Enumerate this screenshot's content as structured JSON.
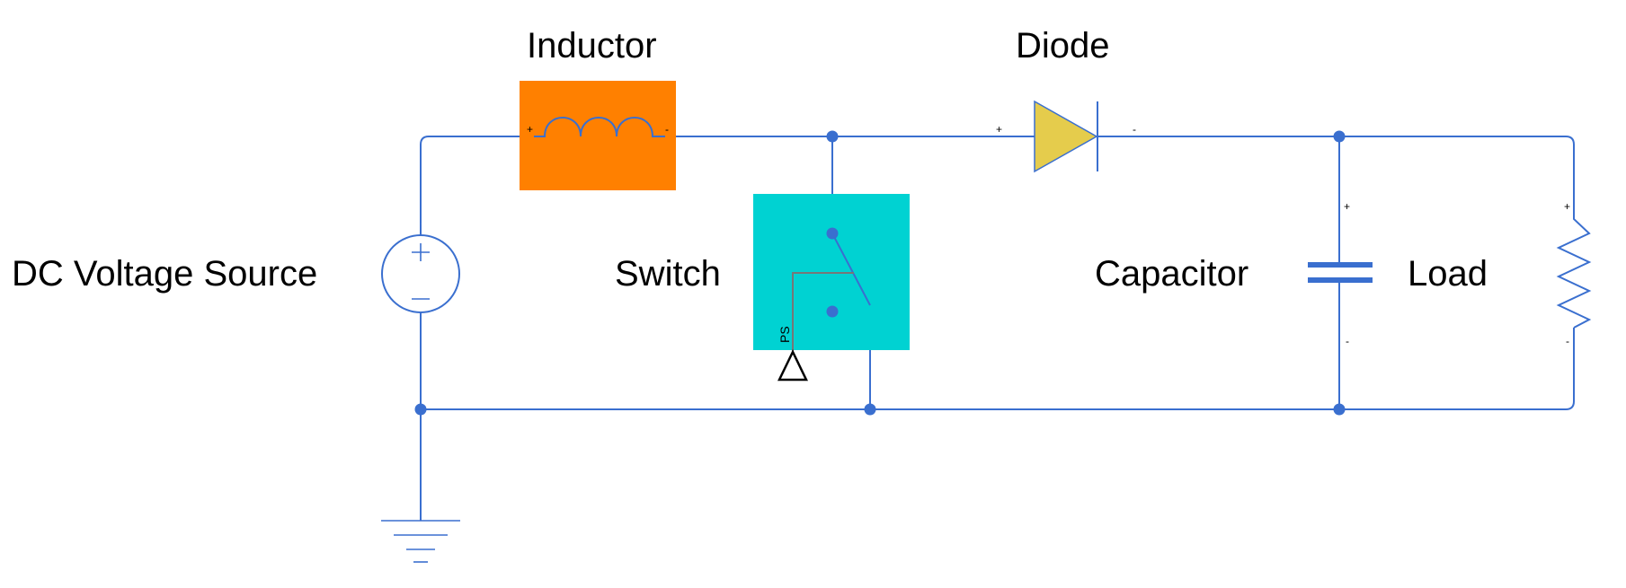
{
  "labels": {
    "inductor": "Inductor",
    "diode": "Diode",
    "dc_source": "DC Voltage Source",
    "switch": "Switch",
    "capacitor": "Capacitor",
    "load": "Load"
  },
  "pins": {
    "inductor_plus": "+",
    "inductor_minus": "-",
    "diode_plus": "+",
    "diode_minus": "-",
    "capacitor_plus": "+",
    "capacitor_minus": "-",
    "load_plus": "+",
    "load_minus": "-",
    "switch_port": "PS"
  },
  "source_symbols": {
    "plus": "+",
    "minus": "−"
  },
  "colors": {
    "wire": "#3a6fcf",
    "inductor_fill": "#ff8000",
    "switch_fill": "#00d2d2",
    "diode_fill": "#e5cc4c"
  }
}
